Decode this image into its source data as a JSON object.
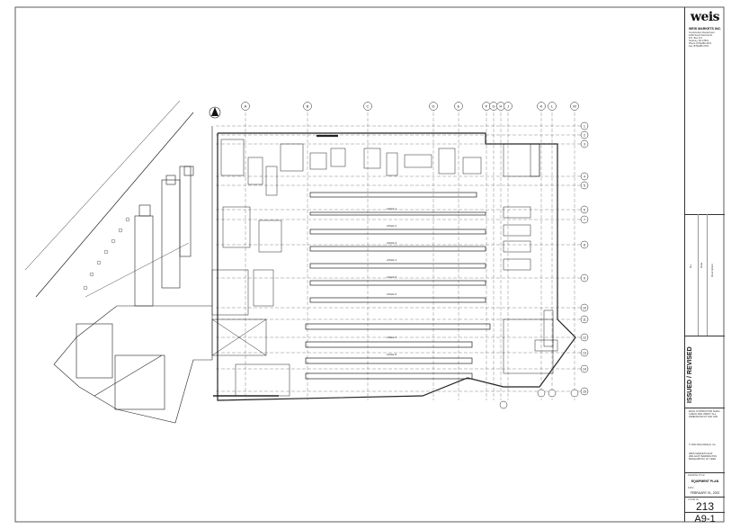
{
  "company": {
    "logo": "weis",
    "name": "WEIS MARKETS INC.",
    "address_lines": [
      "Construction Department",
      "1000 South Second St.",
      "P.O. Box 471",
      "Sunbury, PA 17801",
      "Phone (570)286-4571",
      "Fax (570)286-3715"
    ]
  },
  "notes": [
    "EACH CONTRACTOR SHALL CHECK AND VERIFY ALL DIMENSIONS AT THE JOB."
  ],
  "copyright": "© 2022 Weis Markets, Inc.",
  "project": {
    "name": "WEIS MARKETS #213",
    "address_lines": [
      "2811 EAST BARRINGTON",
      "BINGHAMTON, NY 13901"
    ]
  },
  "revisions": {
    "title": "ISSUED / REVISED",
    "columns": [
      "No.",
      "Date",
      "Description"
    ]
  },
  "drawing": {
    "title_label": "DRAWING TITLE:",
    "title": "EQUIPMENT PLAN",
    "date_label": "DATE:",
    "date": "FEBRUARY 01, 2022",
    "store_label": "STORE No.",
    "sheet_number": "213",
    "drawing_number": "A9-1"
  },
  "plan": {
    "aisles": [
      "AISLE 1",
      "AISLE 2",
      "AISLE 3",
      "AISLE 4",
      "AISLE 5",
      "AISLE 6",
      "AISLE 7",
      "AISLE 8"
    ],
    "grid_columns": [
      "A",
      "B",
      "C",
      "D",
      "E",
      "F",
      "G",
      "H",
      "J",
      "K",
      "L",
      "M"
    ],
    "grid_rows": [
      "1",
      "2",
      "3",
      "4",
      "5",
      "6",
      "7",
      "8",
      "9",
      "10",
      "11",
      "12",
      "13",
      "14",
      "15"
    ]
  }
}
